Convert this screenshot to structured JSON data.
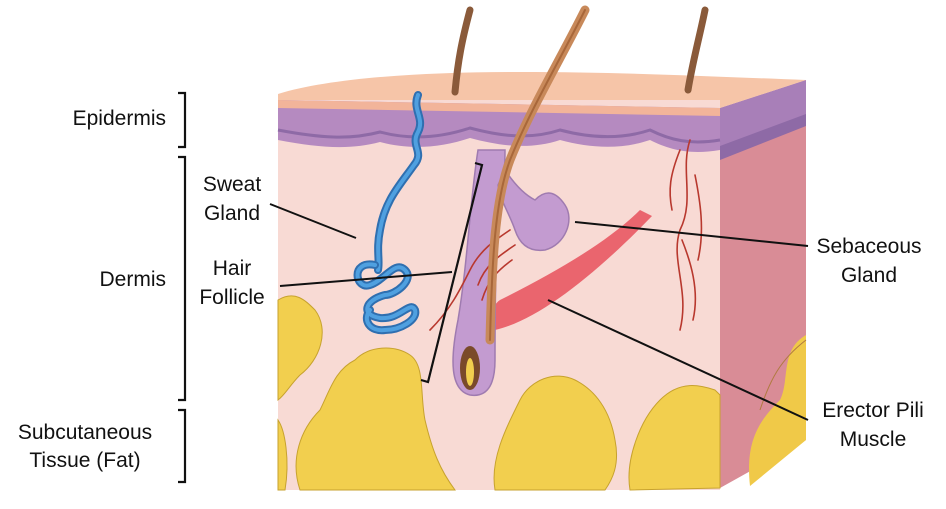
{
  "layers": {
    "epidermis": "Epidermis",
    "dermis": "Dermis",
    "subcutaneous_line1": "Subcutaneous",
    "subcutaneous_line2": "Tissue (Fat)"
  },
  "structures": {
    "sweat_gland_line1": "Sweat",
    "sweat_gland_line2": "Gland",
    "hair_follicle_line1": "Hair",
    "hair_follicle_line2": "Follicle",
    "sebaceous_gland_line1": "Sebaceous",
    "sebaceous_gland_line2": "Gland",
    "erector_pili_line1": "Erector Pili",
    "erector_pili_line2": "Muscle"
  },
  "colors": {
    "surface": "#f2b49a",
    "epidermis": "#b58ac0",
    "dermis": "#f8dad4",
    "fat": "#f2cf4e",
    "side_face": "#d98c96",
    "hair": "#a8673a",
    "follicle": "#c39bd0",
    "sweat_gland": "#3f8fd0",
    "muscle": "#e8505c",
    "vessel": "#b8382e"
  }
}
